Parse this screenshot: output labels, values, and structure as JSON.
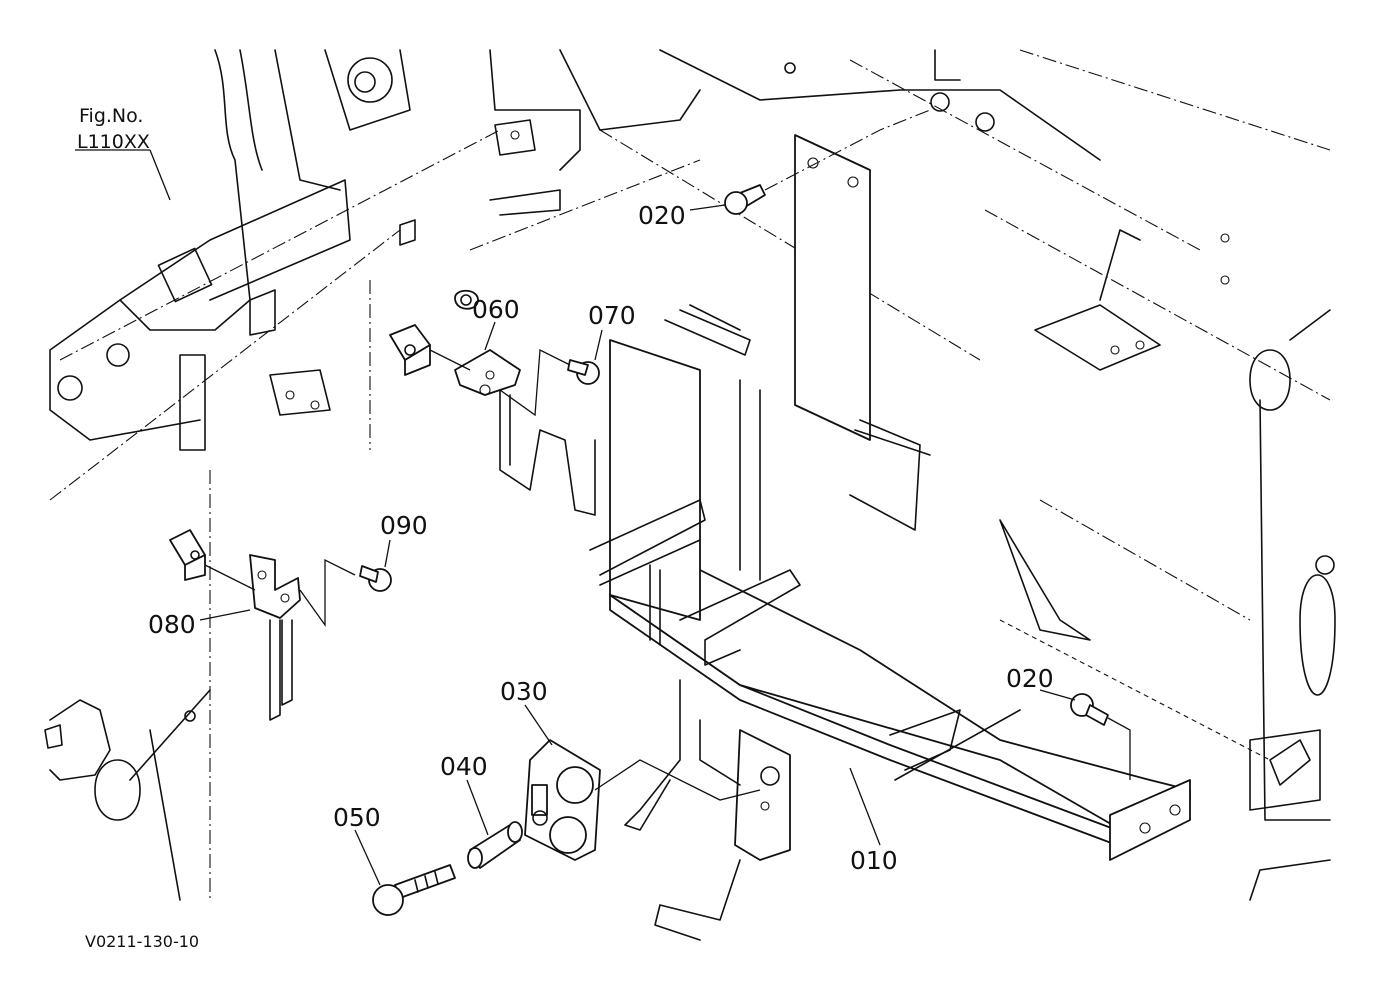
{
  "figure_ref": {
    "line1": "Fig.No.",
    "line2": "L110XX"
  },
  "drawing_code": "V0211-130-10",
  "callouts": [
    {
      "id": "c010",
      "label": "010"
    },
    {
      "id": "c020a",
      "label": "020"
    },
    {
      "id": "c020b",
      "label": "020"
    },
    {
      "id": "c030",
      "label": "030"
    },
    {
      "id": "c040",
      "label": "040"
    },
    {
      "id": "c050",
      "label": "050"
    },
    {
      "id": "c060",
      "label": "060"
    },
    {
      "id": "c070",
      "label": "070"
    },
    {
      "id": "c080",
      "label": "080"
    },
    {
      "id": "c090",
      "label": "090"
    }
  ]
}
